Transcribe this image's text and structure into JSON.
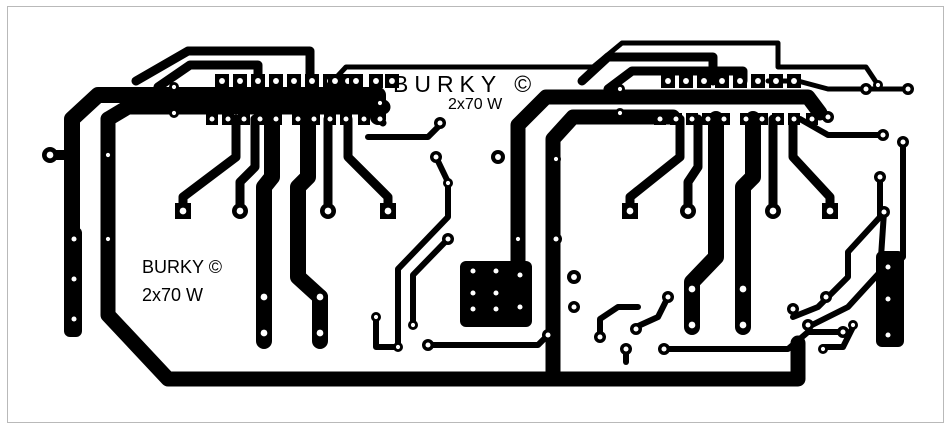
{
  "colors": {
    "copper": "#000000",
    "pad_hole": "#ffffff",
    "background": "#ffffff",
    "frame": "#b9b9b9"
  },
  "labels": {
    "brand_top": "BURKY ©",
    "power_top": "2x70 W",
    "brand_left": "BURKY ©",
    "power_left": "2x70 W"
  }
}
